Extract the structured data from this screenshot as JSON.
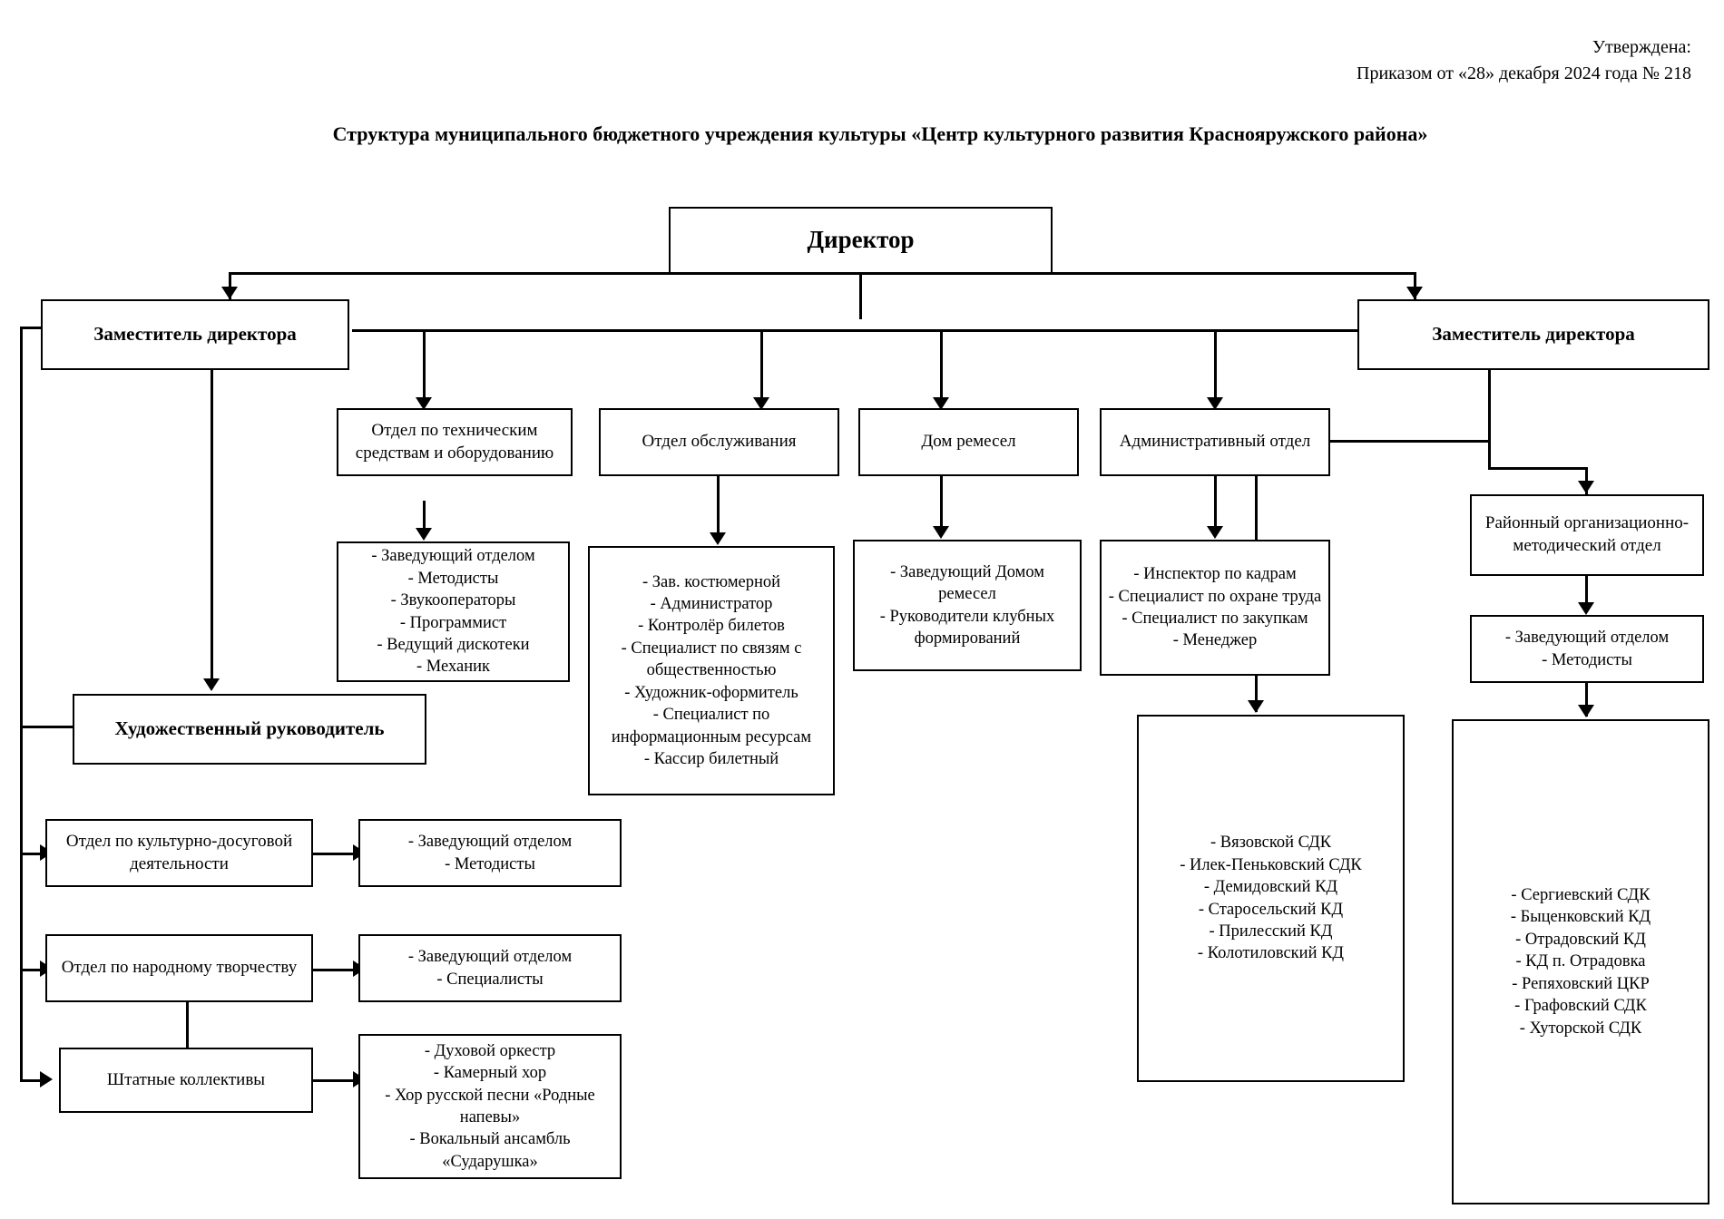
{
  "header": {
    "approved_label": "Утверждена:",
    "approved_order": "Приказом от «28» декабря 2024 года № 218"
  },
  "title": "Структура муниципального бюджетного учреждения культуры «Центр культурного развития Краснояружского района»",
  "nodes": {
    "director": "Директор",
    "deputy_left": "Заместитель директора",
    "deputy_right": "Заместитель директора",
    "tech_dept": "Отдел по техническим средствам и оборудованию",
    "service_dept": "Отдел обслуживания",
    "crafts_house": "Дом ремесел",
    "admin_dept": "Административный отдел",
    "art_director": "Художественный руководитель",
    "cultural_leisure_dept": "Отдел по культурно-досуговой деятельности",
    "folk_art_dept": "Отдел по народному творчеству",
    "staff_collectives": "Штатные коллективы",
    "method_dept": "Районный организационно-методический отдел"
  },
  "lists": {
    "tech_staff": [
      "- Заведующий отделом",
      "- Методисты",
      "- Звукооператоры",
      "- Программист",
      "- Ведущий дискотеки",
      "- Механик"
    ],
    "service_staff": [
      "- Зав. костюмерной",
      "- Администратор",
      "- Контролёр билетов",
      "- Специалист по связям с общественностью",
      "- Художник-оформитель",
      "- Специалист по информационным ресурсам",
      "- Кассир билетный"
    ],
    "crafts_staff": [
      "- Заведующий Домом ремесел",
      "- Руководители клубных формирований"
    ],
    "admin_staff": [
      "- Инспектор по кадрам",
      "- Специалист по охране труда",
      "- Специалист по закупкам",
      "- Менеджер"
    ],
    "cultural_leisure_staff": [
      "- Заведующий отделом",
      "- Методисты"
    ],
    "folk_art_staff": [
      "- Заведующий отделом",
      "- Специалисты"
    ],
    "collectives": [
      "- Духовой оркестр",
      "- Камерный хор",
      "- Хор русской песни «Родные напевы»",
      "- Вокальный ансамбль «Сударушка»"
    ],
    "method_staff": [
      "- Заведующий отделом",
      "- Методисты"
    ],
    "clubs_center": [
      "- Вязовской СДК",
      "- Илек-Пеньковский СДК",
      "- Демидовский КД",
      "- Старосельский КД",
      "- Прилесский КД",
      "- Колотиловский КД"
    ],
    "clubs_right": [
      "- Сергиевский СДК",
      "- Быценковский КД",
      "- Отрадовский КД",
      "- КД п. Отрадовка",
      "- Репяховский ЦКР",
      "- Графовский СДК",
      "- Хуторской СДК"
    ]
  }
}
